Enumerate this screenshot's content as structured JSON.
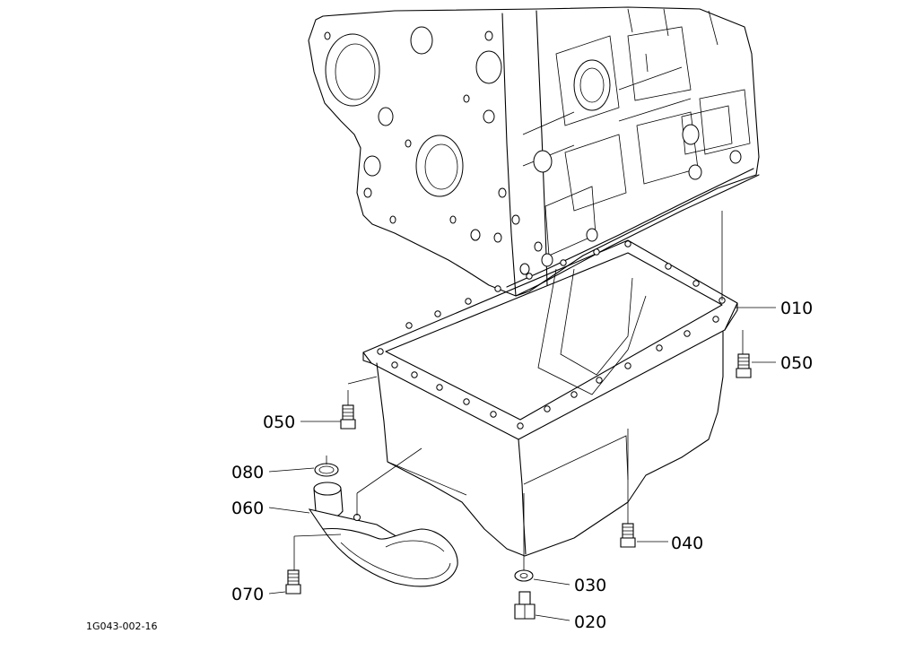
{
  "figure_id": "1G043-002-16",
  "parts": [
    {
      "number": "010"
    },
    {
      "number": "050"
    },
    {
      "number": "050"
    },
    {
      "number": "080"
    },
    {
      "number": "060"
    },
    {
      "number": "070"
    },
    {
      "number": "040"
    },
    {
      "number": "030"
    },
    {
      "number": "020"
    }
  ]
}
